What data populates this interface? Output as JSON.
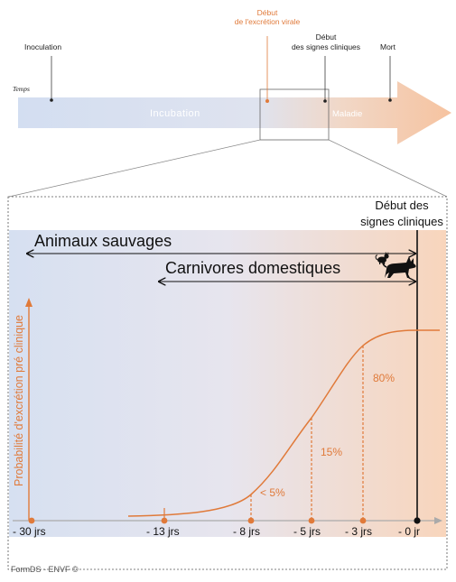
{
  "timeline": {
    "axis_label": "Temps",
    "events": {
      "inoculation": "Inoculation",
      "excretion_line1": "Début",
      "excretion_line2": "de l'excrétion virale",
      "signs_line1": "Début",
      "signs_line2": "des signes cliniques",
      "death": "Mort"
    },
    "phases": {
      "incubation": "Incubation",
      "disease": "Maladie"
    }
  },
  "detail": {
    "onset_line1": "Début des",
    "onset_line2": "signes cliniques",
    "wild_animals": "Animaux sauvages",
    "domestic_carnivores": "Carnivores domestiques",
    "y_axis_label": "Probabilité d'excrétion pré clinique",
    "ticks": [
      "- 30 jrs",
      "- 13 jrs",
      "- 8 jrs",
      "- 5 jrs",
      "- 3 jrs",
      "- 0 jr"
    ],
    "tick_days": [
      -30,
      -13,
      -8,
      -5,
      -3,
      0
    ],
    "probabilities": [
      {
        "label": "< 5%",
        "day": -8
      },
      {
        "label": "15%",
        "day": -5
      },
      {
        "label": "80%",
        "day": -3
      }
    ],
    "icons": [
      "cat-icon",
      "dog-icon"
    ]
  },
  "colors": {
    "accent": "#e07a3a",
    "arrow_blue": "#cfdcf0",
    "arrow_orange": "#f6c9a8"
  },
  "footer": "FormDS - ENVF ©"
}
